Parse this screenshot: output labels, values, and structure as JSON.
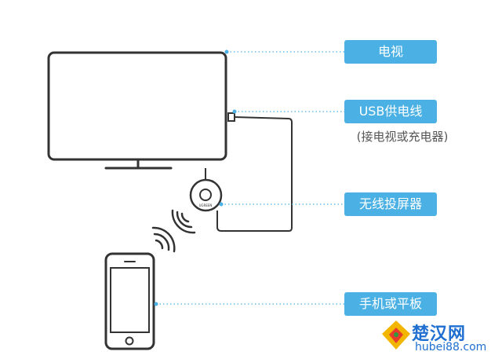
{
  "labels": {
    "tv": "电视",
    "usb_cable": "USB供电线",
    "usb_note": "(接电视或充电器)",
    "projector": "无线投屏器",
    "phone": "手机或平板"
  },
  "watermark": {
    "site_name": "楚汉网",
    "url": "hubei88.com"
  },
  "colors": {
    "label_bg": "#4bb1e4",
    "label_text": "#ffffff",
    "outline": "#333333",
    "leader": "#4bb1e4",
    "watermark": "#1f6fd1"
  }
}
